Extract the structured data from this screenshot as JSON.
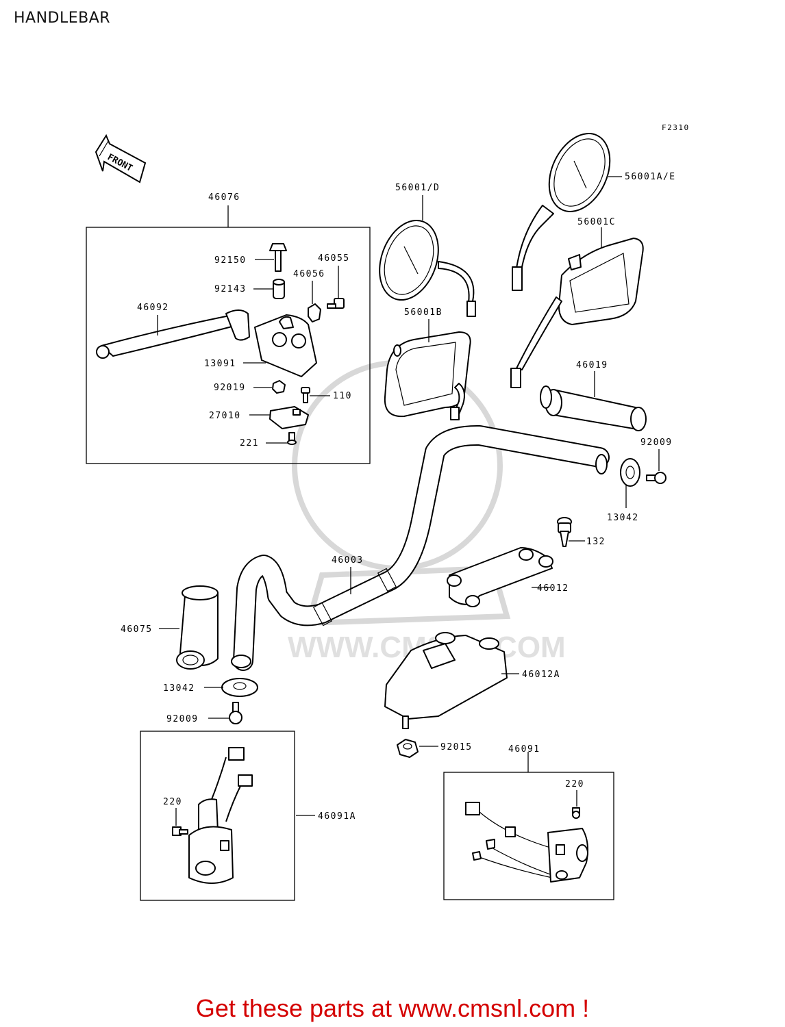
{
  "title": "HANDLEBAR",
  "figure_code": "F2310",
  "front_label": "FRONT",
  "watermark": "WWW.CMSNL.COM",
  "footer": "Get these parts at www.cmsnl.com !",
  "labels": {
    "p46076": "46076",
    "p92150": "92150",
    "p92143": "92143",
    "p46056": "46056",
    "p46055": "46055",
    "p46092": "46092",
    "p13091": "13091",
    "p92019": "92019",
    "p110": "110",
    "p27010": "27010",
    "p221": "221",
    "p56001d": "56001/D",
    "p56001b": "56001B",
    "p56001ae": "56001A/E",
    "p56001c": "56001C",
    "p46019": "46019",
    "p92009r": "92009",
    "p13042r": "13042",
    "p132": "132",
    "p46003": "46003",
    "p46012": "46012",
    "p46075": "46075",
    "p13042l": "13042",
    "p92009l": "92009",
    "p46012a": "46012A",
    "p92015": "92015",
    "p46091": "46091",
    "p220r": "220",
    "p46091a": "46091A",
    "p220l": "220"
  }
}
